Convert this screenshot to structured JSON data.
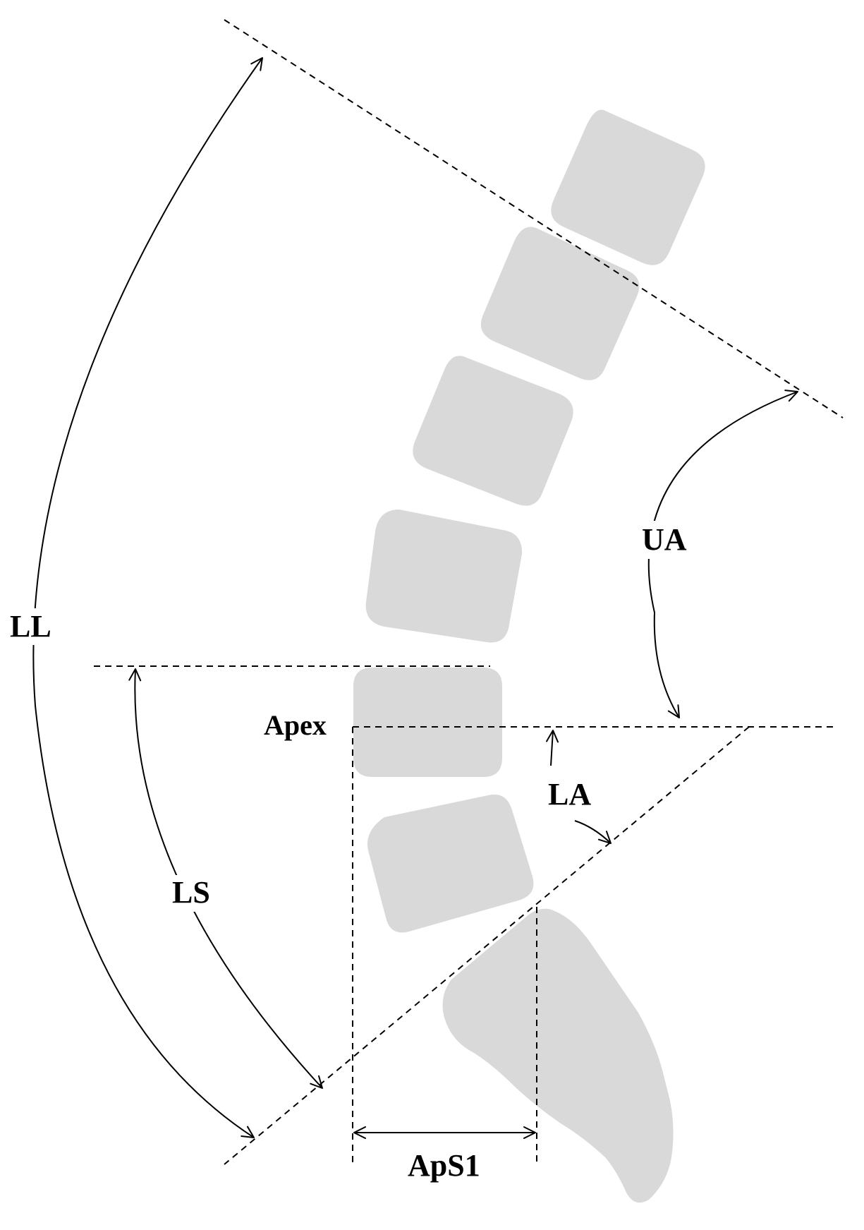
{
  "labels": {
    "ll": "LL",
    "ua": "UA",
    "apex": "Apex",
    "la": "LA",
    "ls": "LS",
    "aps1": "ApS1"
  },
  "colors": {
    "vertebra": "#d9d9d9",
    "line": "#000000",
    "background": "#ffffff"
  }
}
